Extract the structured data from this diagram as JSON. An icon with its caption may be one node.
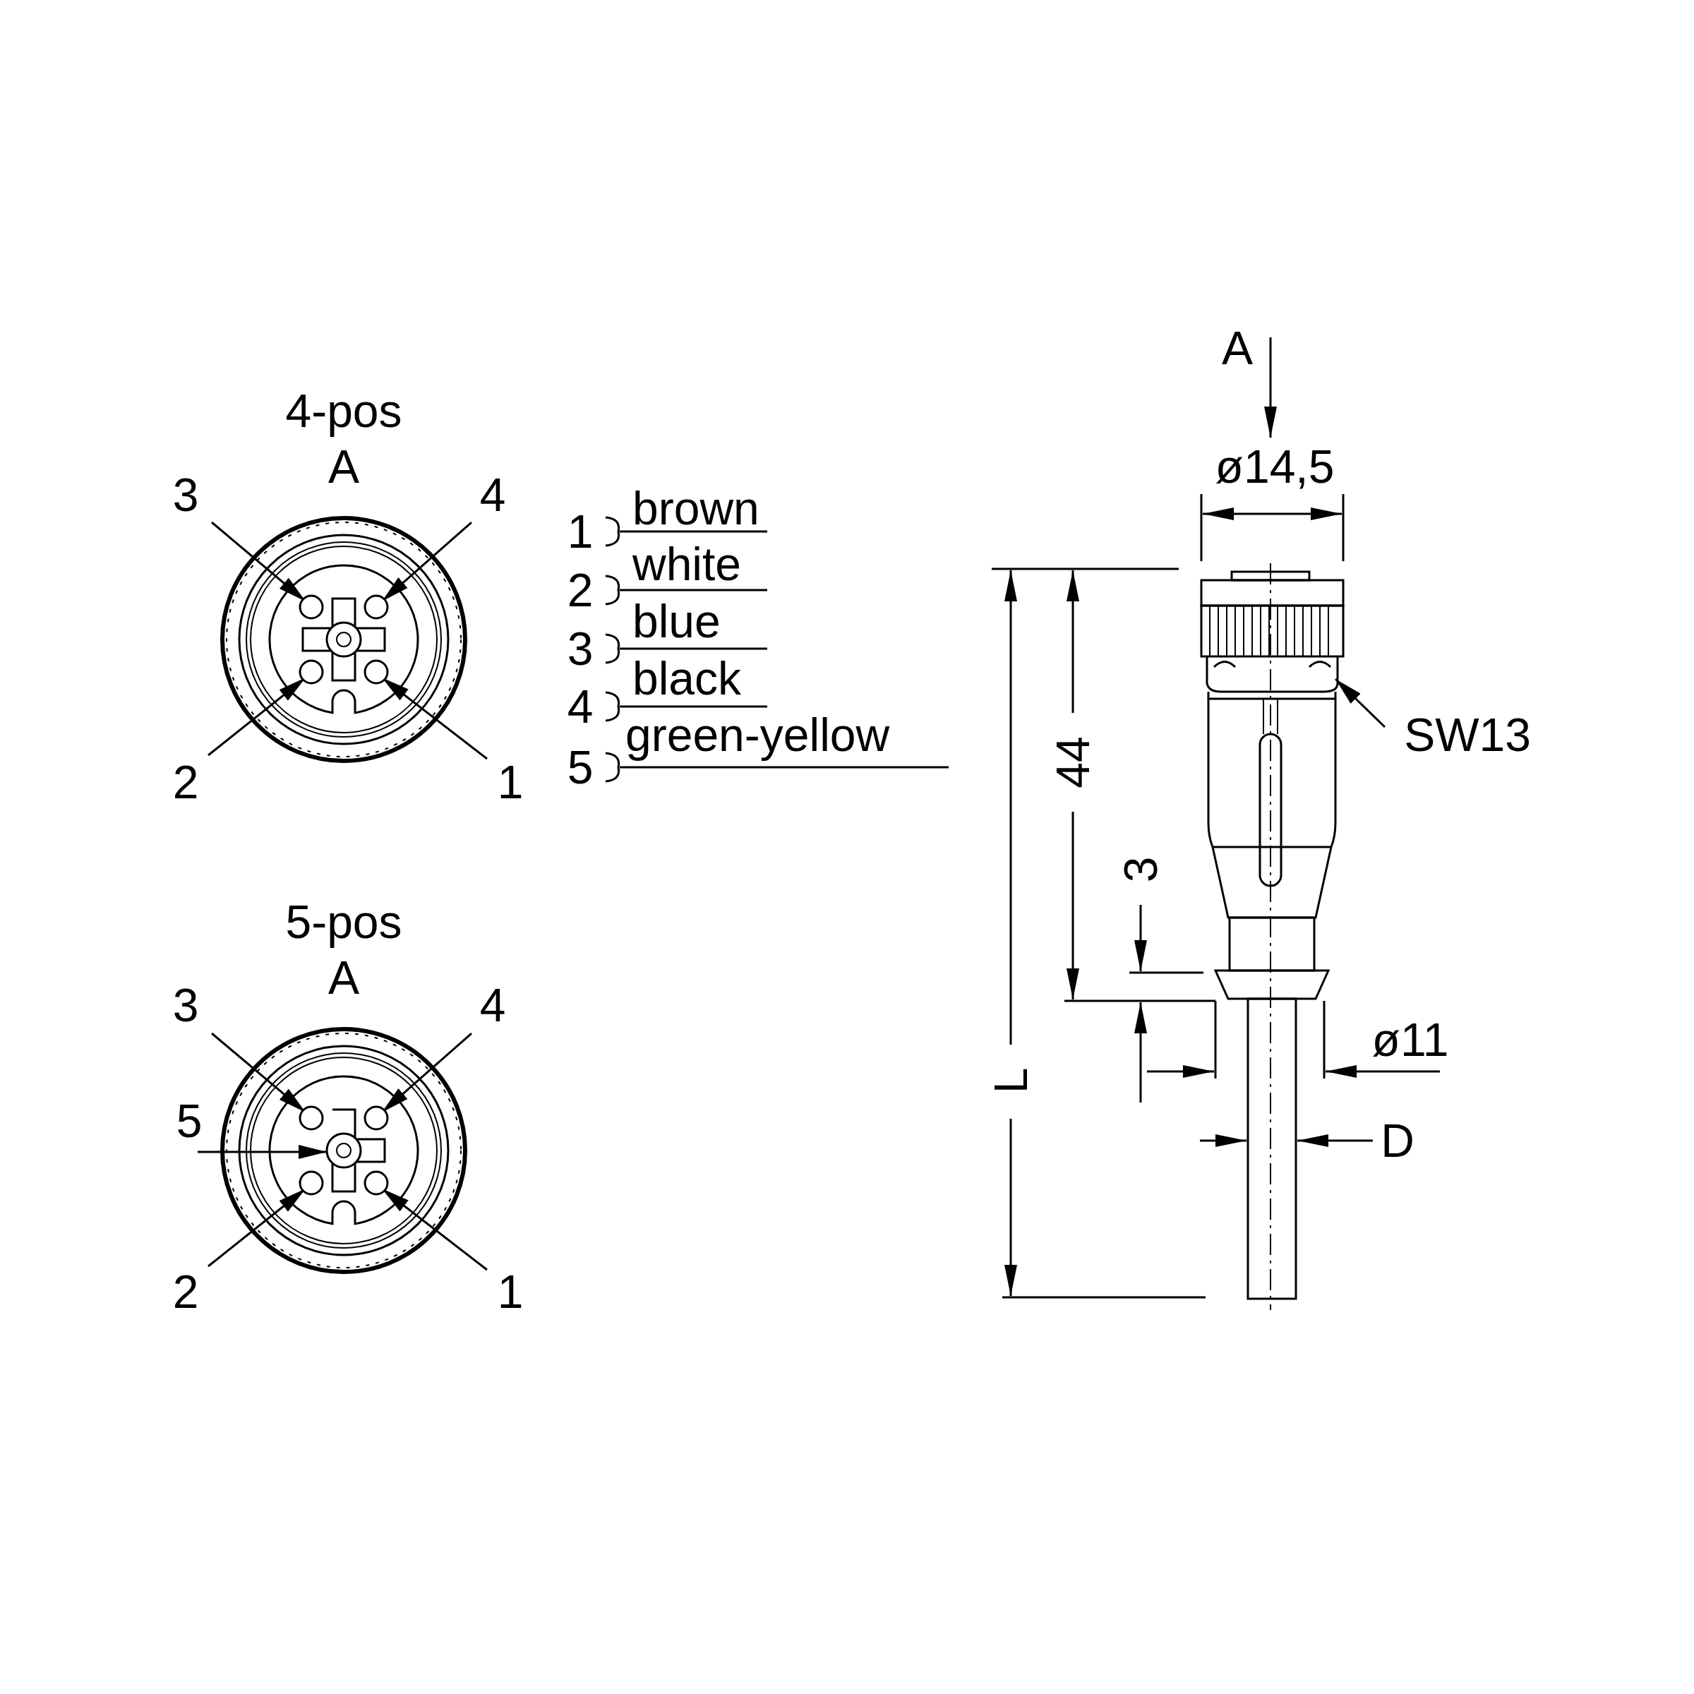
{
  "diagram": {
    "nodes": [
      {
        "text": [
          "4-pos",
          "A"
        ]
      },
      {
        "text": [
          "3"
        ]
      },
      {
        "text": [
          "4"
        ]
      },
      {
        "text": [
          "2"
        ]
      },
      {
        "text": [
          "1"
        ]
      },
      {
        "text": [
          "5-pos",
          "A"
        ]
      },
      {
        "text": [
          "3"
        ]
      },
      {
        "text": [
          "4"
        ]
      },
      {
        "text": [
          "5"
        ]
      },
      {
        "text": [
          "2"
        ]
      },
      {
        "text": [
          "1"
        ]
      },
      {
        "text": [
          "SW13"
        ]
      }
    ],
    "edges": [
      {
        "from": 1,
        "to": 0,
        "arrow": "to"
      },
      {
        "from": 2,
        "to": 0,
        "arrow": "to"
      },
      {
        "from": 3,
        "to": 0,
        "arrow": "to"
      },
      {
        "from": 4,
        "to": 0,
        "arrow": "to"
      },
      {
        "from": 6,
        "to": 5,
        "arrow": "to"
      },
      {
        "from": 7,
        "to": 5,
        "arrow": "to"
      },
      {
        "from": 8,
        "to": 5,
        "arrow": "to"
      },
      {
        "from": 9,
        "to": 5,
        "arrow": "to"
      },
      {
        "from": 10,
        "to": 5,
        "arrow": "to"
      },
      {
        "from": 11,
        "to": null,
        "arrow": "to"
      }
    ],
    "labels": [
      "A",
      "ø14,5",
      "1",
      "brown",
      "2",
      "white",
      "3",
      "blue",
      "4",
      "black",
      "5",
      "green-yellow",
      "44",
      "3",
      "ø11",
      "D",
      "L"
    ]
  }
}
